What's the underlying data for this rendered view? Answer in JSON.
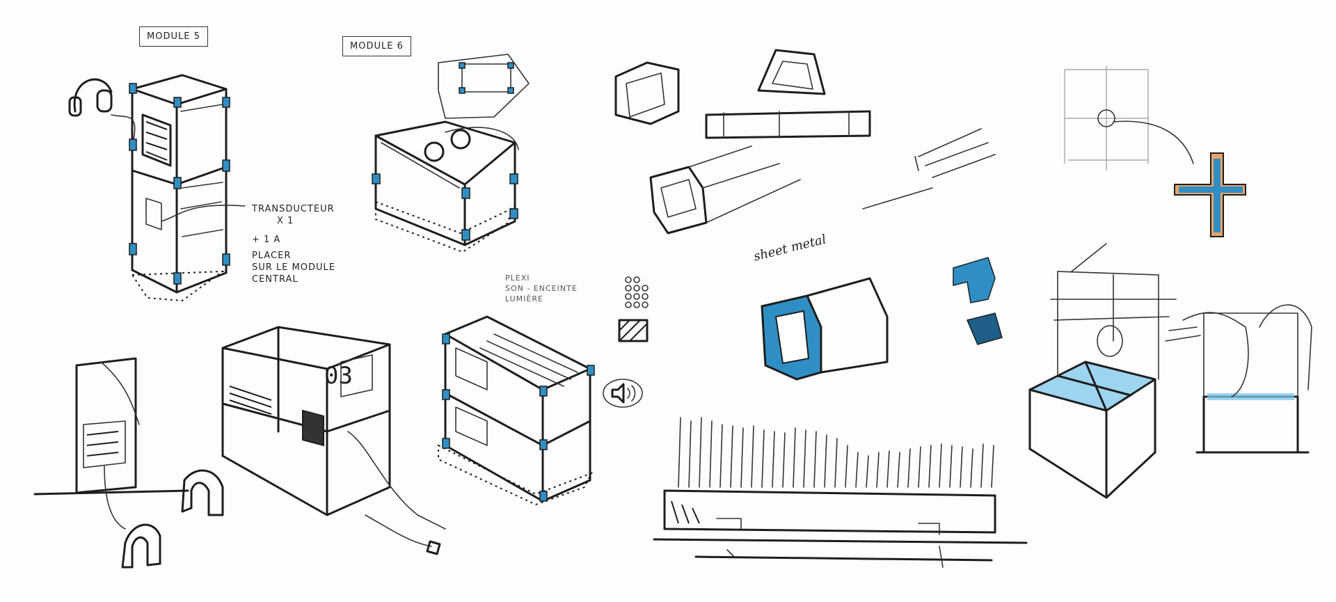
{
  "labels": {
    "module5": "MODULE 5",
    "module6": "MODULE 6",
    "transducer_1": "TRANSDUCTEUR",
    "transducer_2": "X 1",
    "transducer_3": "+ 1 A",
    "transducer_4": "PLACER",
    "transducer_5": "SUR LE MODULE",
    "transducer_6": "CENTRAL",
    "plexi_1": "PLEXI",
    "plexi_2": "SON - ENCEINTE",
    "plexi_3": "LUMIÈRE",
    "box_number": "03",
    "sheet_metal": "sheet metal"
  },
  "colors": {
    "ink": "#1d1d1d",
    "accent_blue": "#2f8fc4",
    "light_blue": "#7cc7ec",
    "accent_orange": "#e8a36a"
  },
  "icons": [
    "headphones-icon",
    "speaker-icon",
    "power-plug-icon"
  ]
}
